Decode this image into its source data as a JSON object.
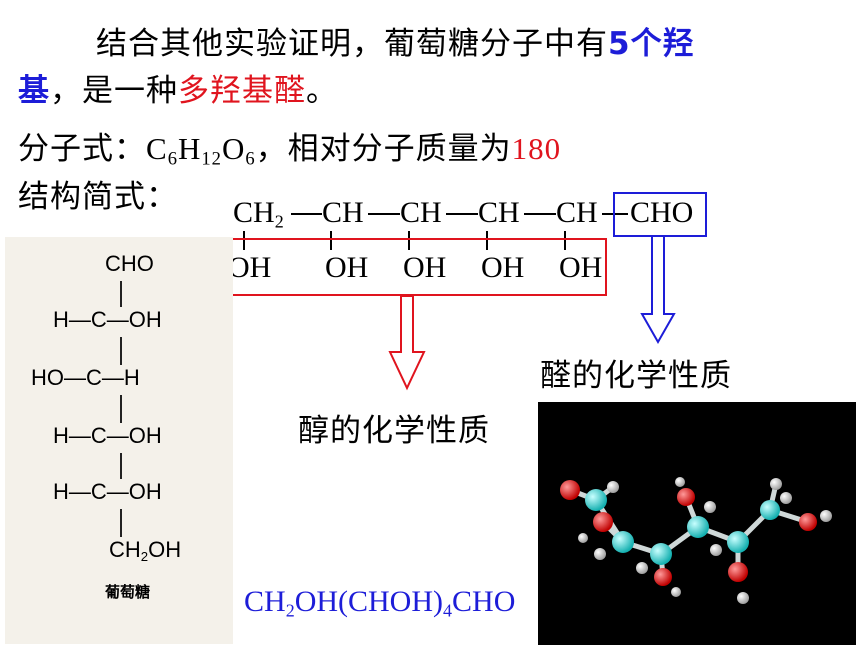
{
  "text": {
    "line1_a": "结合其他实验证明，葡萄糖分子中有",
    "line1_b": "5个羟",
    "line2_a": "基",
    "line2_b": "，是一种",
    "line2_c": "多羟基醛",
    "line2_d": "。",
    "formula_label": "分子式：",
    "formula_c": "C",
    "formula_c_n": "6",
    "formula_h": "H",
    "formula_h_n": "12",
    "formula_o": "O",
    "formula_o_n": "6",
    "mass_label": "，相对分子质量为",
    "mass_value": "180",
    "structure_label": "结构简式："
  },
  "chain": {
    "ch2": "CH",
    "ch2_sub": "2",
    "ch": "CH",
    "cho": "CHO",
    "oh": "OH"
  },
  "labels": {
    "alcohol": "醇的化学性质",
    "aldehyde": "醛的化学性质"
  },
  "fischer": {
    "top": "CHO",
    "r1": "H—C—OH",
    "r2": "HO—C—H",
    "r3": "H—C—OH",
    "r4": "H—C—OH",
    "bottom": "CH",
    "bottom_sub": "2",
    "bottom_end": "OH",
    "caption": "葡萄糖"
  },
  "condensed": {
    "a": "CH",
    "a_sub": "2",
    "b": "OH(CHOH)",
    "b_sub": "4",
    "c": "CHO"
  },
  "colors": {
    "accent_blue": "#1d1dd8",
    "accent_red": "#e0141e",
    "carbon": "#2ee0e0",
    "oxygen": "#ff1010",
    "hydrogen": "#ffffff"
  }
}
